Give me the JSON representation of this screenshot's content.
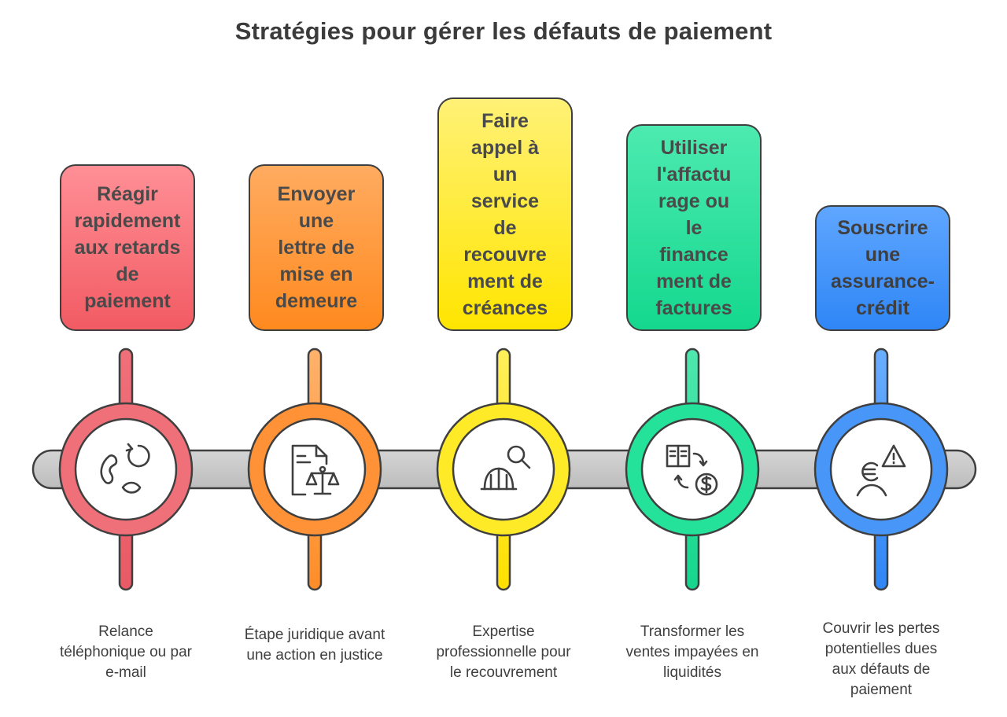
{
  "title": "Stratégies pour gérer les défauts de paiement",
  "steps": [
    {
      "title": "Réagir\nrapidement\naux retards\nde\npaiement",
      "description": "Relance\ntéléphonique ou par\ne-mail",
      "icon": "phone-refresh-icon",
      "color_top": "#ff8f96",
      "color_bottom": "#f25b63",
      "text_color": "#4a4a4a",
      "ring": "#f0707a",
      "stem_top": "#f0707a",
      "stem_bottom": "#e85a66"
    },
    {
      "title": "Envoyer\nune\nlettre de\nmise en\ndemeure",
      "description": "Étape juridique avant\nune action en justice",
      "icon": "legal-document-scale-icon",
      "color_top": "#ffab60",
      "color_bottom": "#ff8a1f",
      "text_color": "#4a4a4a",
      "ring": "#ff9236",
      "stem_top": "#ffb26b",
      "stem_bottom": "#ff8d28"
    },
    {
      "title": "Faire\nappel à\nun\nservice\nde\nrecouvre\nment de\ncréances",
      "description": "Expertise\nprofessionnelle pour\nle recouvrement",
      "icon": "search-hardhat-icon",
      "color_top": "#fff176",
      "color_bottom": "#ffe500",
      "text_color": "#4a4a4a",
      "ring": "#ffea28",
      "stem_top": "#ffef5a",
      "stem_bottom": "#ffe000"
    },
    {
      "title": "Utiliser\nl'affactu\nrage ou\nle\nfinance\nment de\nfactures",
      "description": "Transformer les\nventes impayées en\nliquidités",
      "icon": "invoice-exchange-money-icon",
      "color_top": "#4deab0",
      "color_bottom": "#14d88e",
      "text_color": "#4a4a4a",
      "ring": "#25e29a",
      "stem_top": "#4fe7ae",
      "stem_bottom": "#14d68c"
    },
    {
      "title": "Souscrire\nune\nassurance-\ncrédit",
      "description": "Couvrir les pertes\npotentielles dues\naux défauts de\npaiement",
      "icon": "euro-warning-person-icon",
      "color_top": "#5fa6ff",
      "color_bottom": "#2f86f6",
      "text_color": "#3f3f3f",
      "ring": "#4896f8",
      "stem_top": "#6aaeff",
      "stem_bottom": "#2f86f6"
    }
  ]
}
